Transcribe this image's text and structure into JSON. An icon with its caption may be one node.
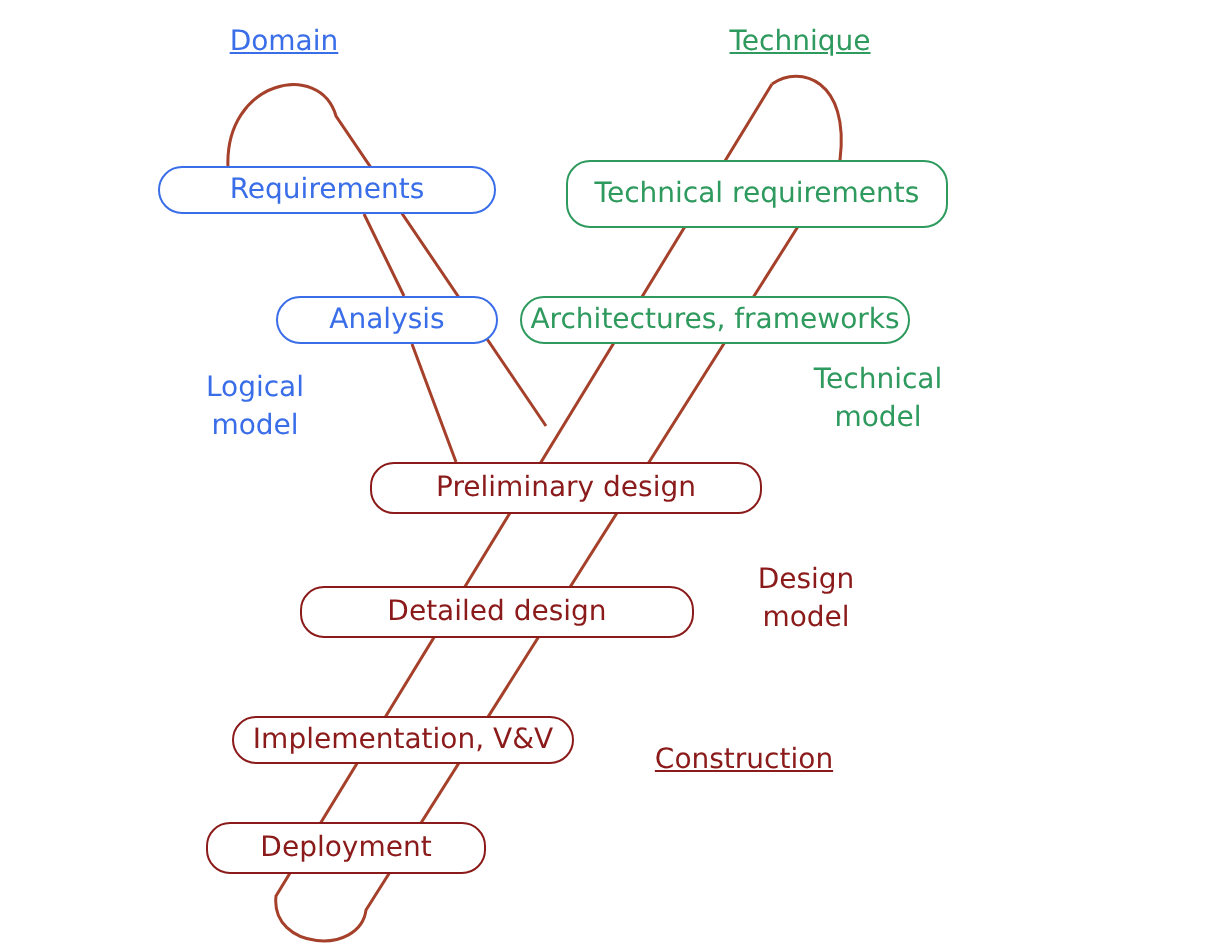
{
  "diagram": {
    "nodes": [
      {
        "text": [
          "Requirements"
        ]
      },
      {
        "text": [
          "Technical requirements"
        ]
      },
      {
        "text": [
          "Analysis"
        ]
      },
      {
        "text": [
          "Architectures, frameworks"
        ]
      },
      {
        "text": [
          "Preliminary design"
        ]
      },
      {
        "text": [
          "Detailed design"
        ]
      },
      {
        "text": [
          "Implementation, V&V"
        ]
      },
      {
        "text": [
          "Deployment"
        ]
      }
    ],
    "labels": [
      "Domain",
      "Technique",
      "Logical model",
      "Technical model",
      "Design model",
      "Construction"
    ]
  }
}
